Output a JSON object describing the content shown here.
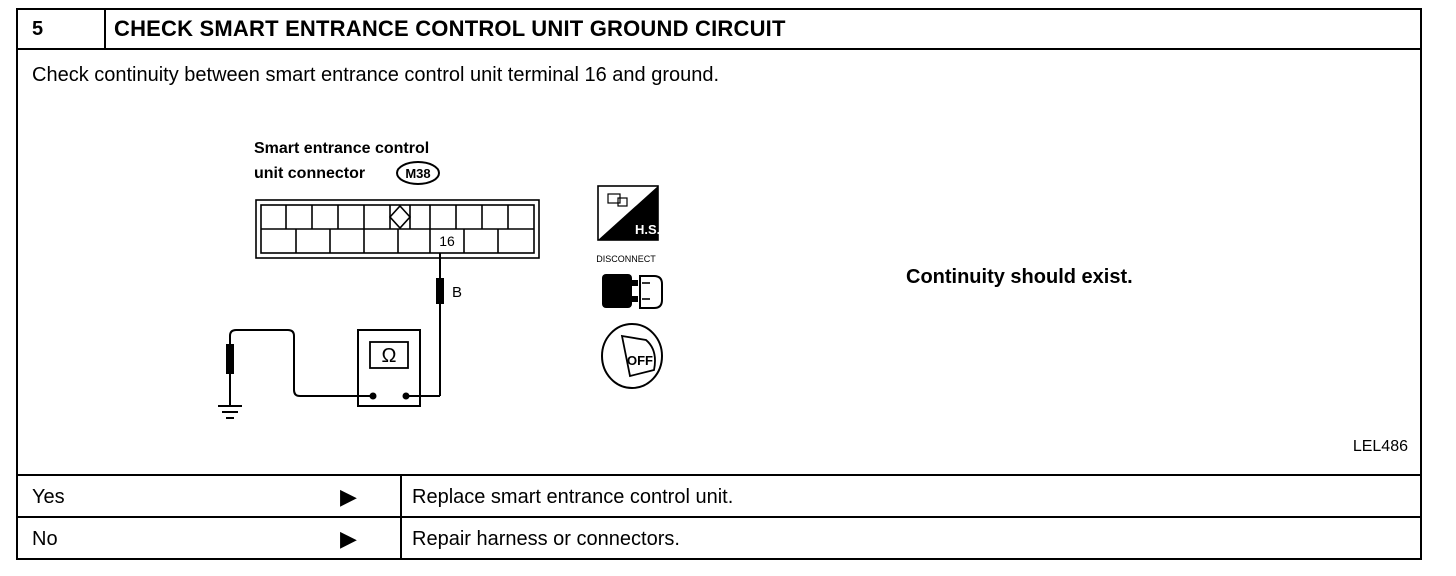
{
  "step": {
    "number": "5",
    "title": "CHECK SMART ENTRANCE CONTROL UNIT GROUND CIRCUIT"
  },
  "instruction": "Check continuity between smart entrance control unit terminal 16 and ground.",
  "diagram": {
    "connector_label_line1": "Smart entrance control",
    "connector_label_line2": "unit connector",
    "connector_id": "M38",
    "terminal": "16",
    "wire_color": "B",
    "meter_symbol": "Ω",
    "hs_label": "H.S.",
    "disconnect_label": "DISCONNECT",
    "off_label": "OFF",
    "figure_code": "LEL486"
  },
  "result_text": "Continuity should exist.",
  "outcomes": [
    {
      "answer": "Yes",
      "arrow": "▶",
      "action": "Replace smart entrance control unit."
    },
    {
      "answer": "No",
      "arrow": "▶",
      "action": "Repair harness or connectors."
    }
  ]
}
